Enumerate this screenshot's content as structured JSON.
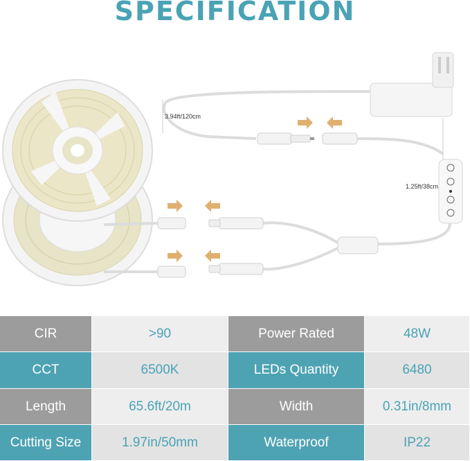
{
  "title": "SPECIFICATION",
  "diagram": {
    "length_label_1": "3.94ft/120cm",
    "length_label_2": "1.25ft/38cm"
  },
  "colors": {
    "title": "#4aa3b5",
    "label_gray": "#9c9c9c",
    "label_teal": "#4ea3b3",
    "value_bg": "#eeeeee",
    "arrow": "#e0b070"
  },
  "specs": [
    {
      "label": "CIR",
      "value": ">90",
      "label2": "Power Rated",
      "value2": "48W"
    },
    {
      "label": "CCT",
      "value": "6500K",
      "label2": "LEDs Quantity",
      "value2": "6480"
    },
    {
      "label": "Length",
      "value": "65.6ft/20m",
      "label2": "Width",
      "value2": "0.31in/8mm"
    },
    {
      "label": "Cutting Size",
      "value": "1.97in/50mm",
      "label2": "Waterproof",
      "value2": "IP22"
    }
  ]
}
